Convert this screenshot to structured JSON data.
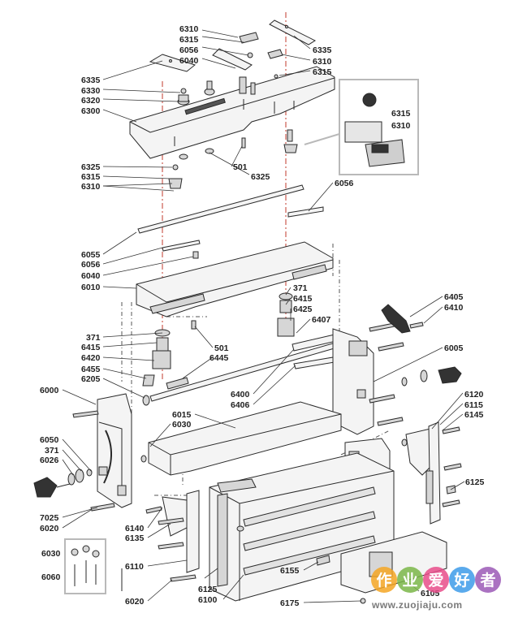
{
  "callouts": {
    "c6310a": "6310",
    "c6315a": "6315",
    "c6056a": "6056",
    "c6040a": "6040",
    "c6335a": "6335",
    "c6330": "6330",
    "c6320": "6320",
    "c6300": "6300",
    "c6335b": "6335",
    "c6310b": "6310",
    "c6315b": "6315",
    "c6315c": "6315",
    "c6310c": "6310",
    "c6325a": "6325",
    "c6315d": "6315",
    "c6310d": "6310",
    "c501a": "501",
    "c6325b": "6325",
    "c6056b": "6056",
    "c6055": "6055",
    "c6056c": "6056",
    "c6040b": "6040",
    "c6010": "6010",
    "c371a": "371",
    "c6415a": "6415",
    "c6425": "6425",
    "c6407": "6407",
    "c6405": "6405",
    "c6410": "6410",
    "c371b": "371",
    "c6415b": "6415",
    "c501b": "501",
    "c6445": "6445",
    "c6420": "6420",
    "c6455": "6455",
    "c6205": "6205",
    "c6005": "6005",
    "c6000": "6000",
    "c6400": "6400",
    "c6406": "6406",
    "c6015": "6015",
    "c6030a": "6030",
    "c6120": "6120",
    "c6115": "6115",
    "c6145": "6145",
    "c6050": "6050",
    "c371c": "371",
    "c6026": "6026",
    "c6125a": "6125",
    "c7025": "7025",
    "c6020a": "6020",
    "c6140": "6140",
    "c6135": "6135",
    "c6030b": "6030",
    "c6060": "6060",
    "c6110": "6110",
    "c6155": "6155",
    "c6125b": "6125",
    "c6100": "6100",
    "c6020b": "6020",
    "c6105": "6105",
    "c6175": "6175"
  },
  "watermark": {
    "chars": [
      "作",
      "业",
      "爱",
      "好",
      "者"
    ],
    "url": "www.zuojiaju.com"
  },
  "colors": {
    "line": "#2a2a2a",
    "part_fill": "#f4f4f4",
    "part_shade": "#d6d6d6",
    "dash_red": "#c0392b",
    "inset_border": "#b9b9b9",
    "wm1": "#f5a623",
    "wm2": "#7ab648",
    "wm3": "#e84c8a",
    "wm4": "#3d9be9",
    "wm5": "#9b59b6"
  }
}
